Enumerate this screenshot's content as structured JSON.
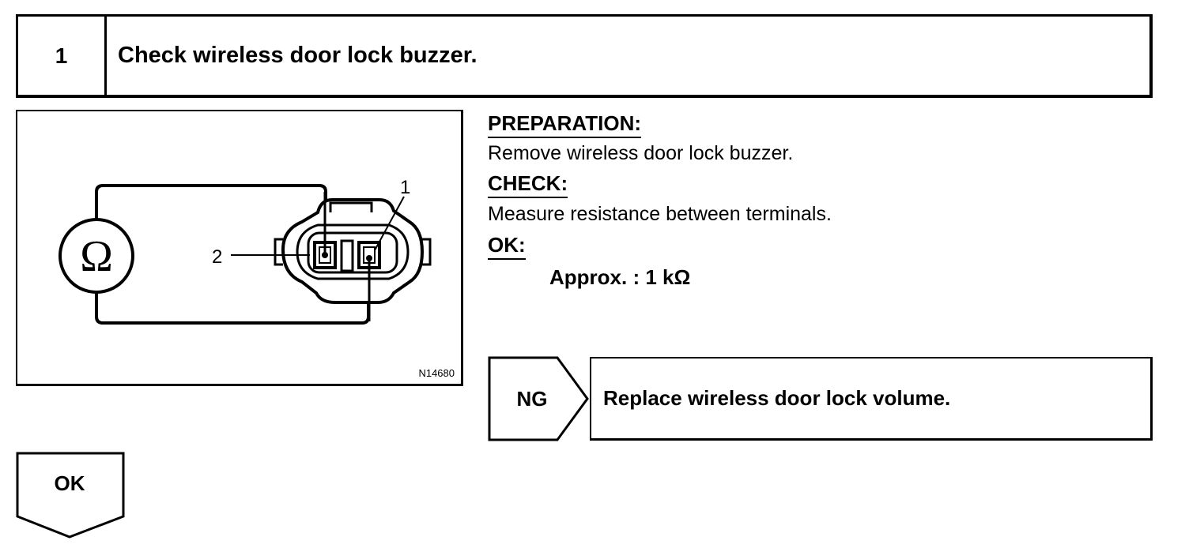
{
  "step": {
    "number": "1",
    "title": "Check wireless door lock buzzer."
  },
  "figure": {
    "code": "N14680",
    "ohm_symbol": "Ω",
    "terminal_1": "1",
    "terminal_2": "2"
  },
  "preparation": {
    "heading": "PREPARATION:",
    "text": "Remove wireless door lock buzzer."
  },
  "check": {
    "heading": "CHECK:",
    "text": "Measure resistance between terminals."
  },
  "ok_spec": {
    "heading": "OK:",
    "value": "Approx. : 1 kΩ"
  },
  "ng_result": {
    "label": "NG",
    "action": "Replace wireless door lock volume."
  },
  "ok_result": {
    "label": "OK"
  }
}
